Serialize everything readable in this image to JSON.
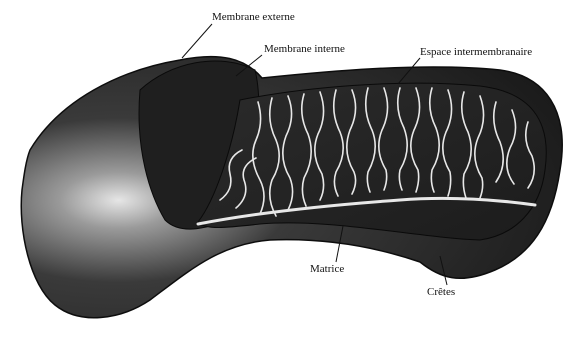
{
  "labels": {
    "membrane_externe": "Membrane externe",
    "membrane_interne": "Membrane interne",
    "espace_intermembranaire": "Espace intermembranaire",
    "matrice": "Matrice",
    "cretes": "Crêtes"
  },
  "colors": {
    "outer_shell": "#2a2a2a",
    "highlight": "#d9d9d9",
    "crista_line": "#e8e8e8",
    "leader_line": "#111111"
  }
}
